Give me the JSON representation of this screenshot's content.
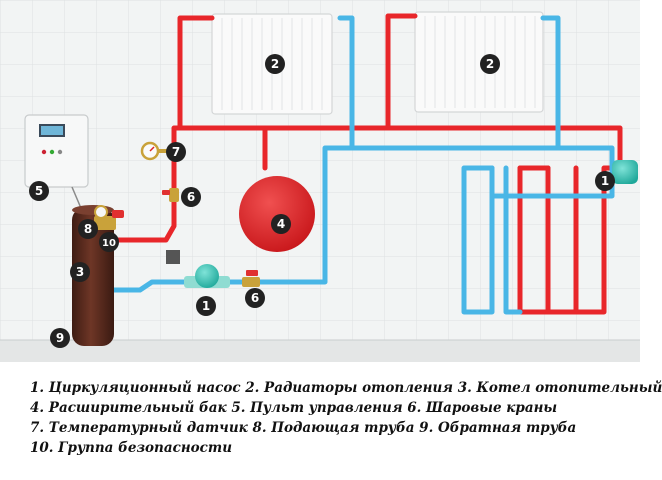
{
  "diagram": {
    "markers": {
      "pump_main": "1",
      "pump_floor": "1",
      "radiator_left": "2",
      "radiator_right": "2",
      "boiler": "3",
      "expansion_tank": "4",
      "control_panel": "5",
      "valve_upper": "6",
      "valve_lower": "6",
      "temp_sensor": "7",
      "supply_pipe": "8",
      "return_pipe": "9",
      "safety_group": "10"
    },
    "colors": {
      "supply": "#e8262a",
      "return": "#49b6e6",
      "marker_bg": "#222222",
      "tank": "#e0262a",
      "boiler": "#5a2a1e",
      "pump": "#36c2b4"
    }
  },
  "caption": {
    "line1": "1. Циркуляционный насос 2. Радиаторы отопления 3. Котел отопительный",
    "line2": "4. Расширительный бак 5. Пульт управления 6. Шаровые краны",
    "line3": "7. Температурный датчик 8. Подающая труба 9. Обратная труба",
    "line4": "10. Группа безопасности"
  }
}
